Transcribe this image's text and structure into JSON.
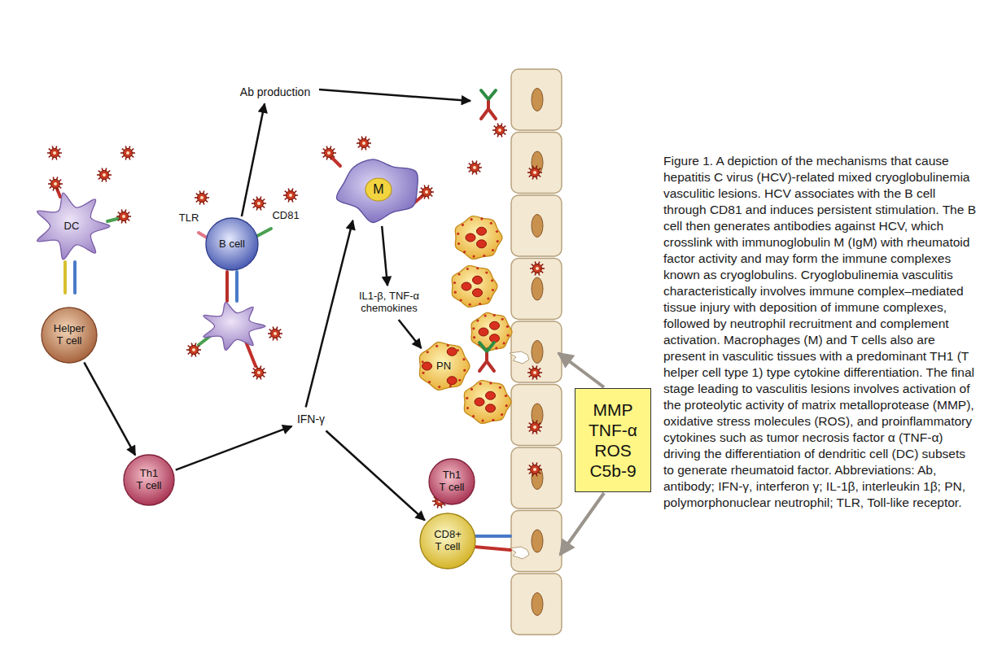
{
  "diagram": {
    "caption": "Figure 1. A depiction of the mechanisms that cause hepatitis C virus (HCV)-related mixed cryoglobulinemia vasculitic lesions. HCV associates with the B cell through CD81 and induces persistent stimulation. The B cell then generates antibodies against HCV, which crosslink with immunoglobulin M (IgM) with rheumatoid factor activity and may form the immune complexes known as cryoglobulins. Cryoglobulinemia vasculitis characteristically involves immune complex–mediated tissue injury with deposition of immune complexes, followed by neutrophil recruitment and complement activation. Macrophages (M) and T cells also are present in vasculitic tissues with a predominant TH1 (T helper cell type 1) type cytokine differentiation. The final stage leading to vasculitis lesions involves activation of the proteolytic activity of matrix metalloprotease (MMP), oxidative stress molecules (ROS), and proinflammatory cytokines such as tumor necrosis factor α (TNF-α) driving the differentiation of dendritic cell (DC) subsets to generate rheumatoid factor. Abbreviations: Ab, antibody; IFN-γ, interferon γ; IL-1β, interleukin 1β; PN, polymorphonuclear neutrophil; TLR, Toll-like receptor.",
    "nodes": [
      {
        "text": [
          "DC"
        ]
      },
      {
        "text": [
          "Helper T cell"
        ]
      },
      {
        "text": [
          "Th1 T cell"
        ]
      },
      {
        "text": [
          "Ab production"
        ]
      },
      {
        "text": [
          "B cell"
        ]
      },
      {
        "text": [
          "M"
        ]
      },
      {
        "text": [
          "IL1-β, TNF-α chemokines"
        ]
      },
      {
        "text": [
          "IFN-γ"
        ]
      },
      {
        "text": [
          "PN"
        ]
      },
      {
        "text": [
          "Th1 T cell"
        ]
      },
      {
        "text": [
          "CD8+ T cell"
        ]
      },
      {
        "text": [
          "MMP TNF-α ROS C5b-9"
        ]
      }
    ],
    "edges": [
      {
        "from": 1,
        "to": 2,
        "arrow": "to"
      },
      {
        "from": 2,
        "to": 7,
        "arrow": "to"
      },
      {
        "from": 7,
        "to": 5,
        "arrow": "to"
      },
      {
        "from": 7,
        "to": 10,
        "arrow": "to"
      },
      {
        "from": 4,
        "to": 3,
        "arrow": "to"
      },
      {
        "from": 5,
        "to": 6,
        "arrow": "to"
      },
      {
        "from": 6,
        "to": 8,
        "arrow": "to"
      }
    ],
    "labels": [
      "TLR",
      "CD81"
    ]
  }
}
